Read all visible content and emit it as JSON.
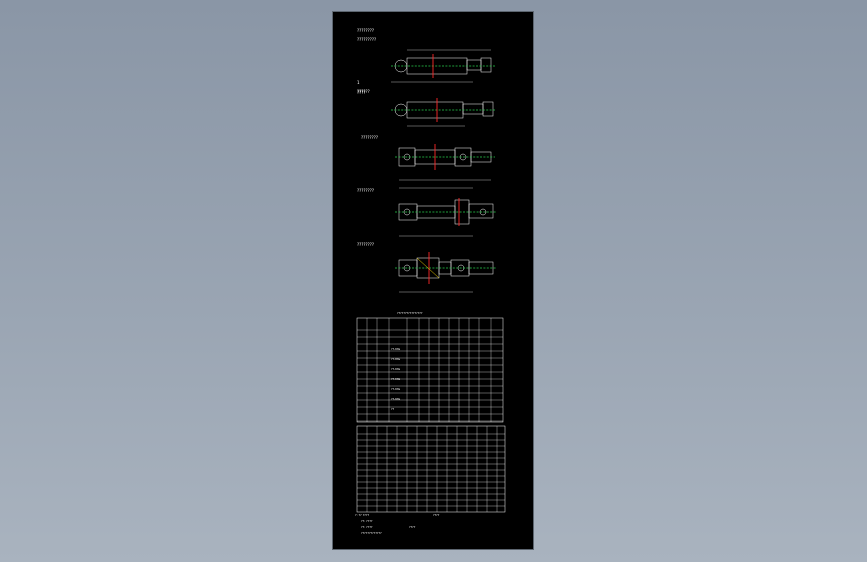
{
  "drawing": {
    "sheet_notes": {
      "line1": "????????",
      "line2": "?????????"
    },
    "views": [
      {
        "label": "1",
        "sublabel": "??????"
      },
      {
        "label": "????",
        "sublabel": ""
      },
      {
        "label": "????????",
        "sublabel": ""
      },
      {
        "label": "????????",
        "sublabel": ""
      },
      {
        "label": "????????",
        "sublabel": ""
      }
    ],
    "table1": {
      "title": "????????????????",
      "row_labels": [
        "??-MG",
        "??-MG",
        "??-MG",
        "??-MG",
        "??-MG",
        "??-MG",
        "??"
      ]
    },
    "notes": [
      "?: ?? ????",
      "??: ????",
      "??: ????",
      "?????????????"
    ],
    "note_right": [
      "????",
      "????"
    ]
  },
  "colors": {
    "background": "#9aa5b3",
    "sheet": "#000000",
    "line": "#ffffff",
    "centerline": "#29d14d",
    "section_mark": "#ff2a2a",
    "highlight": "#ffe000"
  }
}
